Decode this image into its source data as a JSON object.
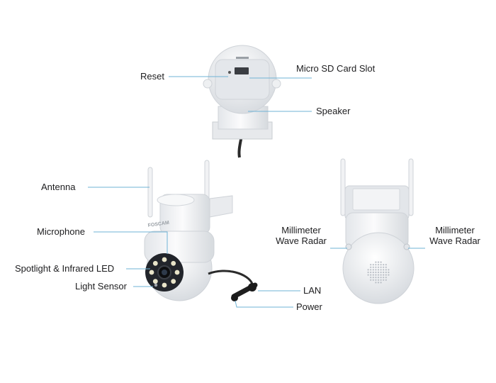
{
  "brand_text": "FOSCAM",
  "callouts": {
    "reset": "Reset",
    "micro_sd": "Micro SD Card Slot",
    "speaker": "Speaker",
    "antenna": "Antenna",
    "microphone": "Microphone",
    "spotlight": "Spotlight & Infrared LED",
    "light_sensor": "Light Sensor",
    "lan": "LAN",
    "power": "Power",
    "radar_left": "Millimeter\nWave Radar",
    "radar_right": "Millimeter\nWave Radar"
  },
  "colors": {
    "leader_line": "#6fb3d6",
    "camera_body": "#f2f3f5",
    "camera_shade": "#d9dde2",
    "lens": "#1b1d22",
    "led": "#e8e4c9"
  }
}
